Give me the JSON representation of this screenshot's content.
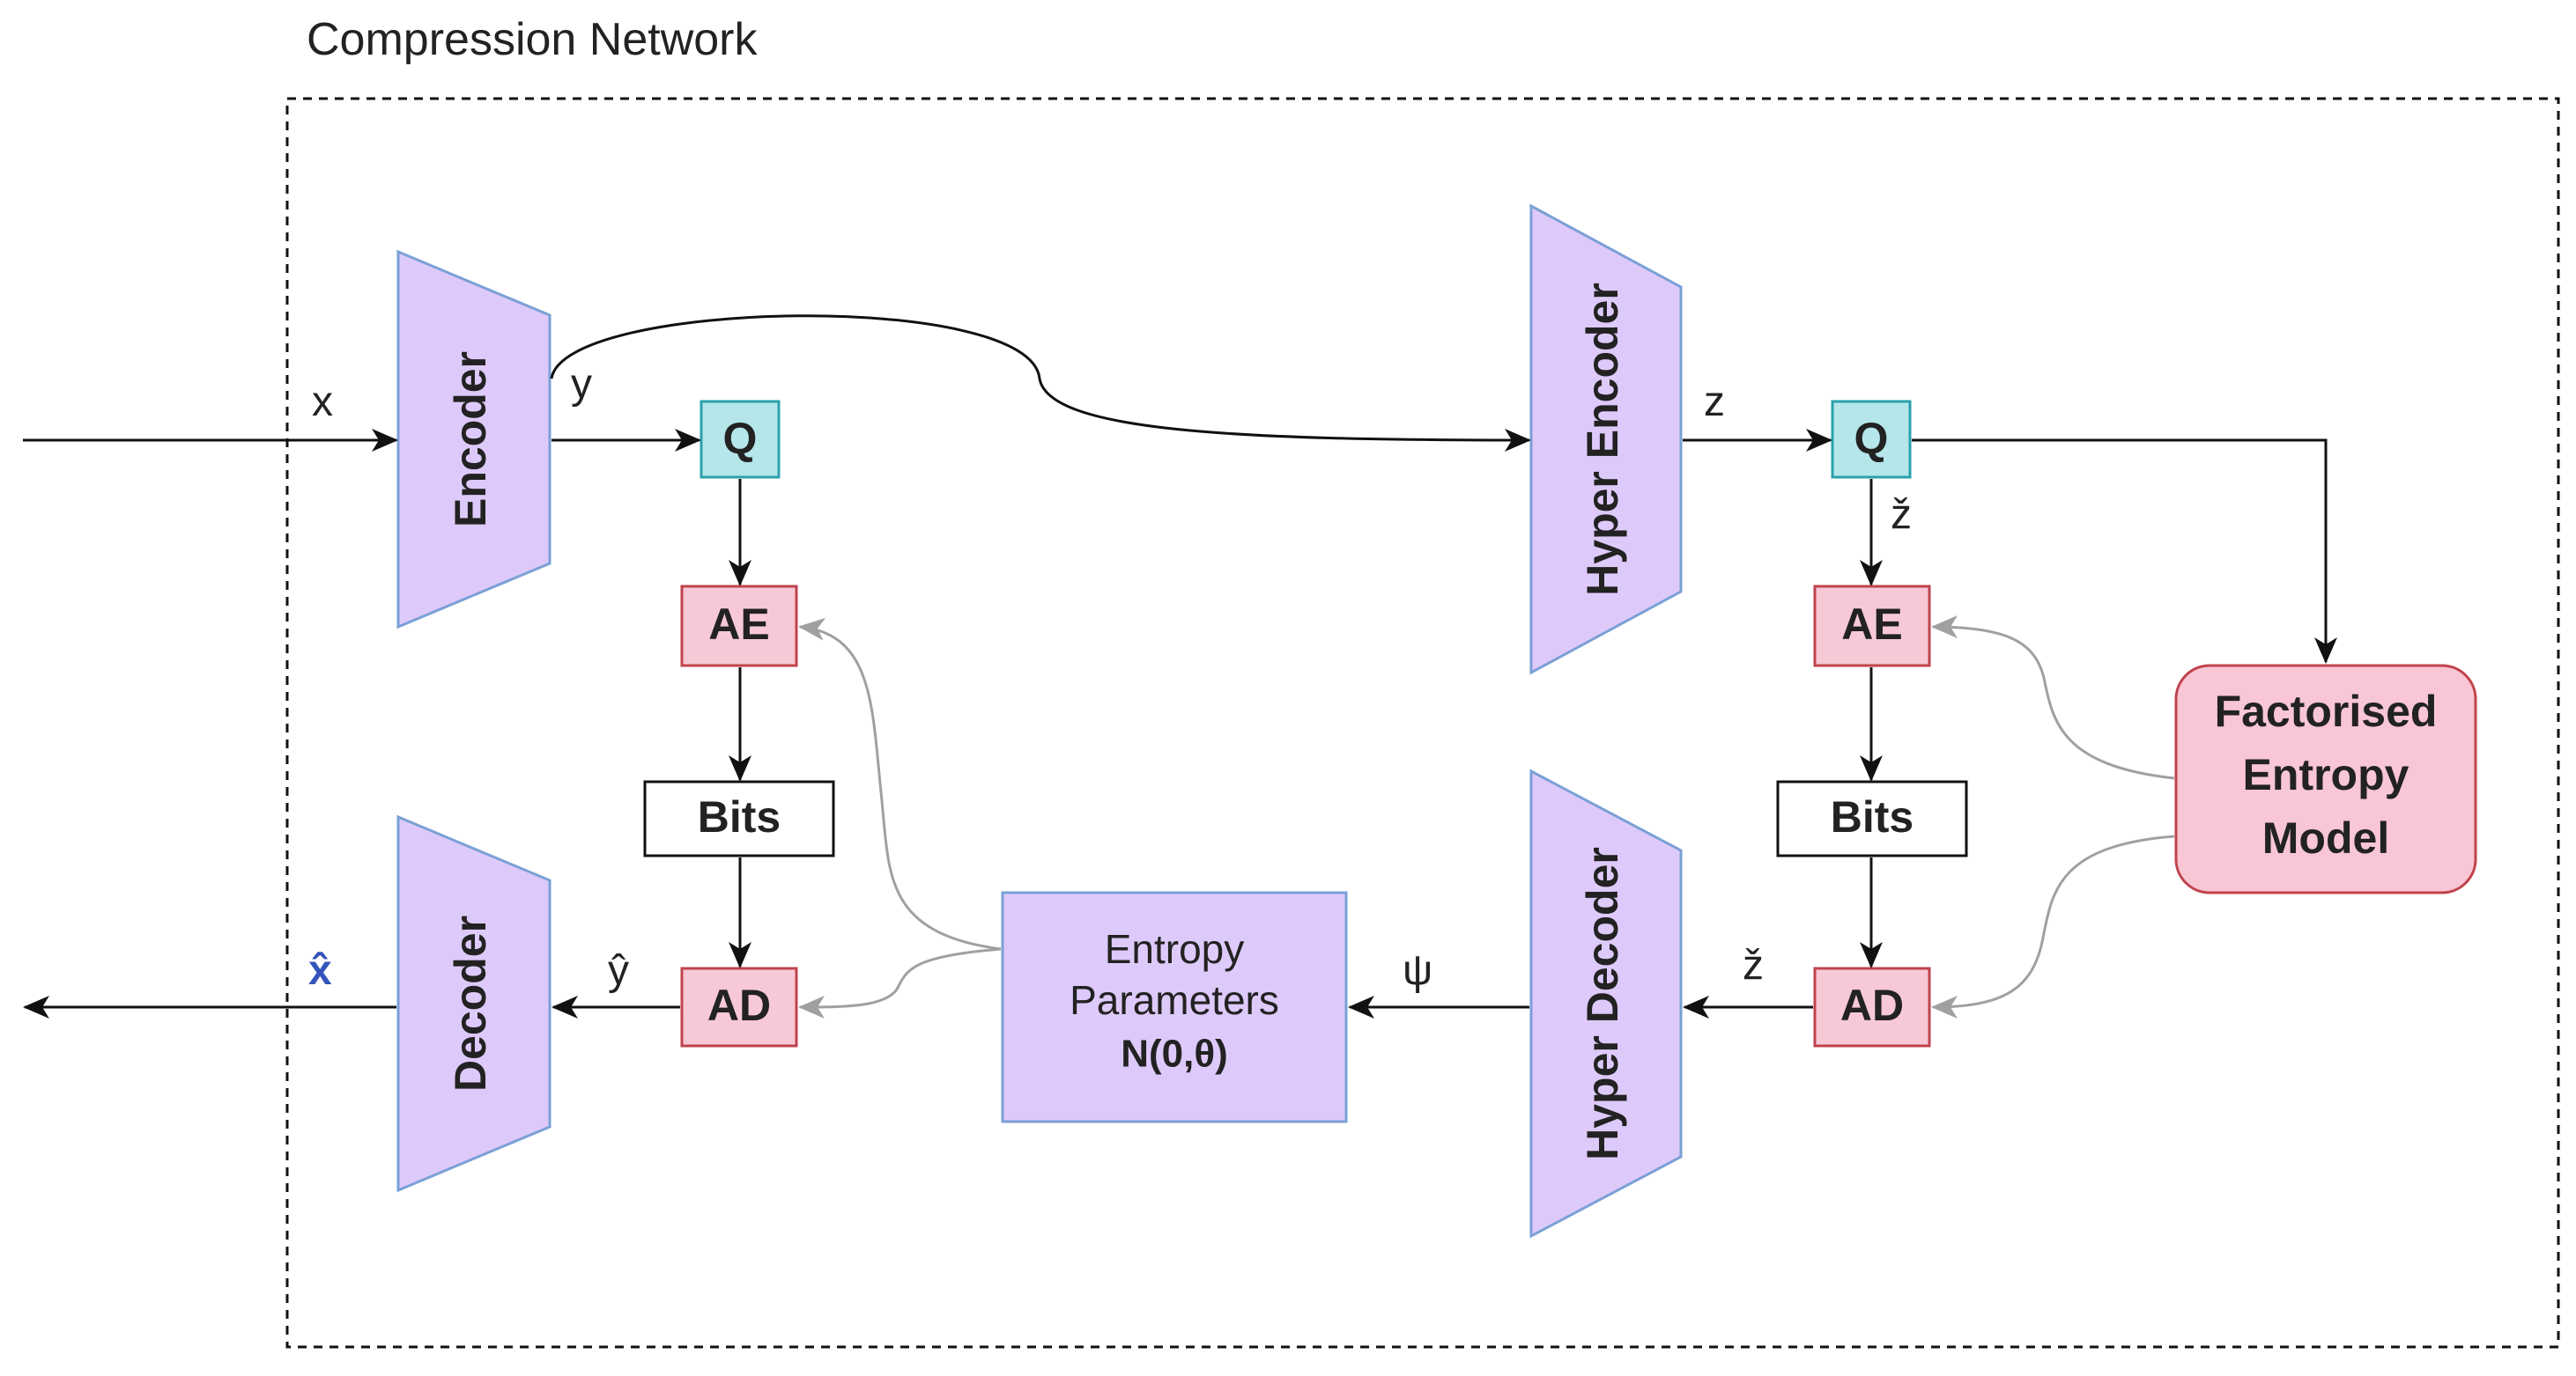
{
  "title": "Compression Network",
  "colors": {
    "network_box": "#9b8fd6",
    "network_box_stroke": "#7f6fcf",
    "quantizer_fill": "#b4e6ea",
    "quantizer_stroke": "#2aa1ad",
    "coder_fill": "#f7c9d7",
    "coder_stroke": "#c0434c",
    "entropy_model_fill": "#f9c6d5",
    "entropy_model_stroke": "#c0434c",
    "params_fill": "#decafa",
    "params_stroke": "#7aa0d6",
    "trapezoid_fill": "#decafa",
    "trapezoid_stroke": "#7aa0d6",
    "arrow": "#111111",
    "gray_arrow": "#a0a0a0",
    "xhat_color": "#3355bb"
  },
  "blocks": {
    "encoder": "Encoder",
    "decoder": "Decoder",
    "hyper_encoder": "Hyper Encoder",
    "hyper_decoder": "Hyper Decoder",
    "q_left": "Q",
    "q_right": "Q",
    "ae_left": "AE",
    "ae_right": "AE",
    "ad_left": "AD",
    "ad_right": "AD",
    "bits_left": "Bits",
    "bits_right": "Bits",
    "entropy_params": [
      "Entropy",
      "Parameters",
      "N(0,θ)"
    ],
    "factorised_model": [
      "Factorised",
      "Entropy",
      "Model"
    ]
  },
  "variables": {
    "x": "x",
    "y": "y",
    "z": "z",
    "z_tilde_top": "ž",
    "z_tilde_bottom": "ž",
    "y_hat": "ŷ",
    "psi": "ψ",
    "x_hat": "x̂"
  }
}
